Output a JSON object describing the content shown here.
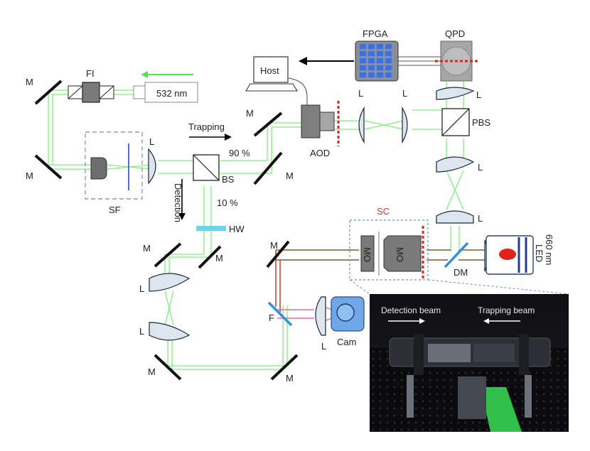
{
  "labels": {
    "fi": "FI",
    "laser": "532 nm",
    "fpga": "FPGA",
    "qpd": "QPD",
    "host": "Host",
    "trapping": "Trapping",
    "pct90": "90 %",
    "bs": "BS",
    "detection": "Detection",
    "pct10": "10 %",
    "hw": "HW",
    "sf": "SF",
    "aod": "AOD",
    "pbs": "PBS",
    "sc": "SC",
    "mo": "MO",
    "dm": "DM",
    "led": "LED",
    "led_wl": "660 nm",
    "filter": "F",
    "cam": "Cam",
    "mirror": "M",
    "lens": "L"
  },
  "photo": {
    "detection_beam": "Detection beam",
    "trapping_beam": "Trapping beam"
  },
  "colors": {
    "green_beam": "#7ff07a",
    "brown_beam": "#7a5a30",
    "pink_beam": "#e86aa8",
    "red_beam": "#c0302a",
    "fpga_cell": "#3f6fd8",
    "hw_plate": "#6fd4ea",
    "red_marker": "#e0231c",
    "sc_label": "#d63a2a"
  }
}
